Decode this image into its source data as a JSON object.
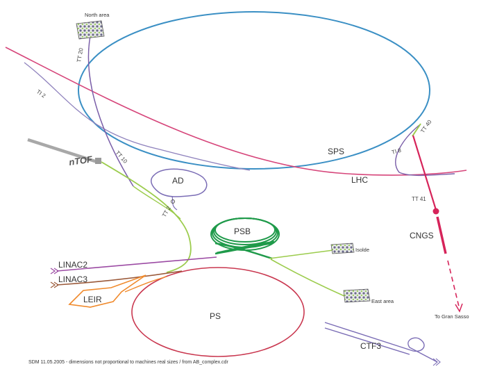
{
  "labels": {
    "north_area": "North area",
    "tt20": "TT 20",
    "ti2": "TI 2",
    "ti8": "TI 8",
    "tt40": "TT 40",
    "tt41": "TT 41",
    "tt10": "TT 10",
    "tt2": "TT 2",
    "sps": "SPS",
    "lhc": "LHC",
    "ad": "AD",
    "ntof": "nTOF",
    "psb": "PSB",
    "isolde": "Isolde",
    "cngs": "CNGS",
    "linac2": "LINAC2",
    "linac3": "LINAC3",
    "leir": "LEIR",
    "east_area": "East area",
    "ps": "PS",
    "to_gran_sasso": "To Gran Sasso",
    "ctf3": "CTF3"
  },
  "footer": "SDM 11.05.2005   -   dimensions not proportional to machines real sizes / from AB_complex.cdr",
  "colors": {
    "sps": "#3a8fc4",
    "lhc": "#d6457a",
    "transfer_purple": "#7a5ea8",
    "lavender": "#8f82bd",
    "green": "#9ccc4d",
    "psb": "#1f9a4a",
    "ps": "#c9374f",
    "linac2": "#9b4aa3",
    "linac3": "#9b5a3a",
    "leir": "#f08a2c",
    "cngs": "#d6245a",
    "ctf3": "#7a6cb5",
    "ntof": "#a8a8a8"
  },
  "icons": [
    "target-block-icon",
    "target-block-icon",
    "target-block-icon",
    "target-block-icon"
  ]
}
